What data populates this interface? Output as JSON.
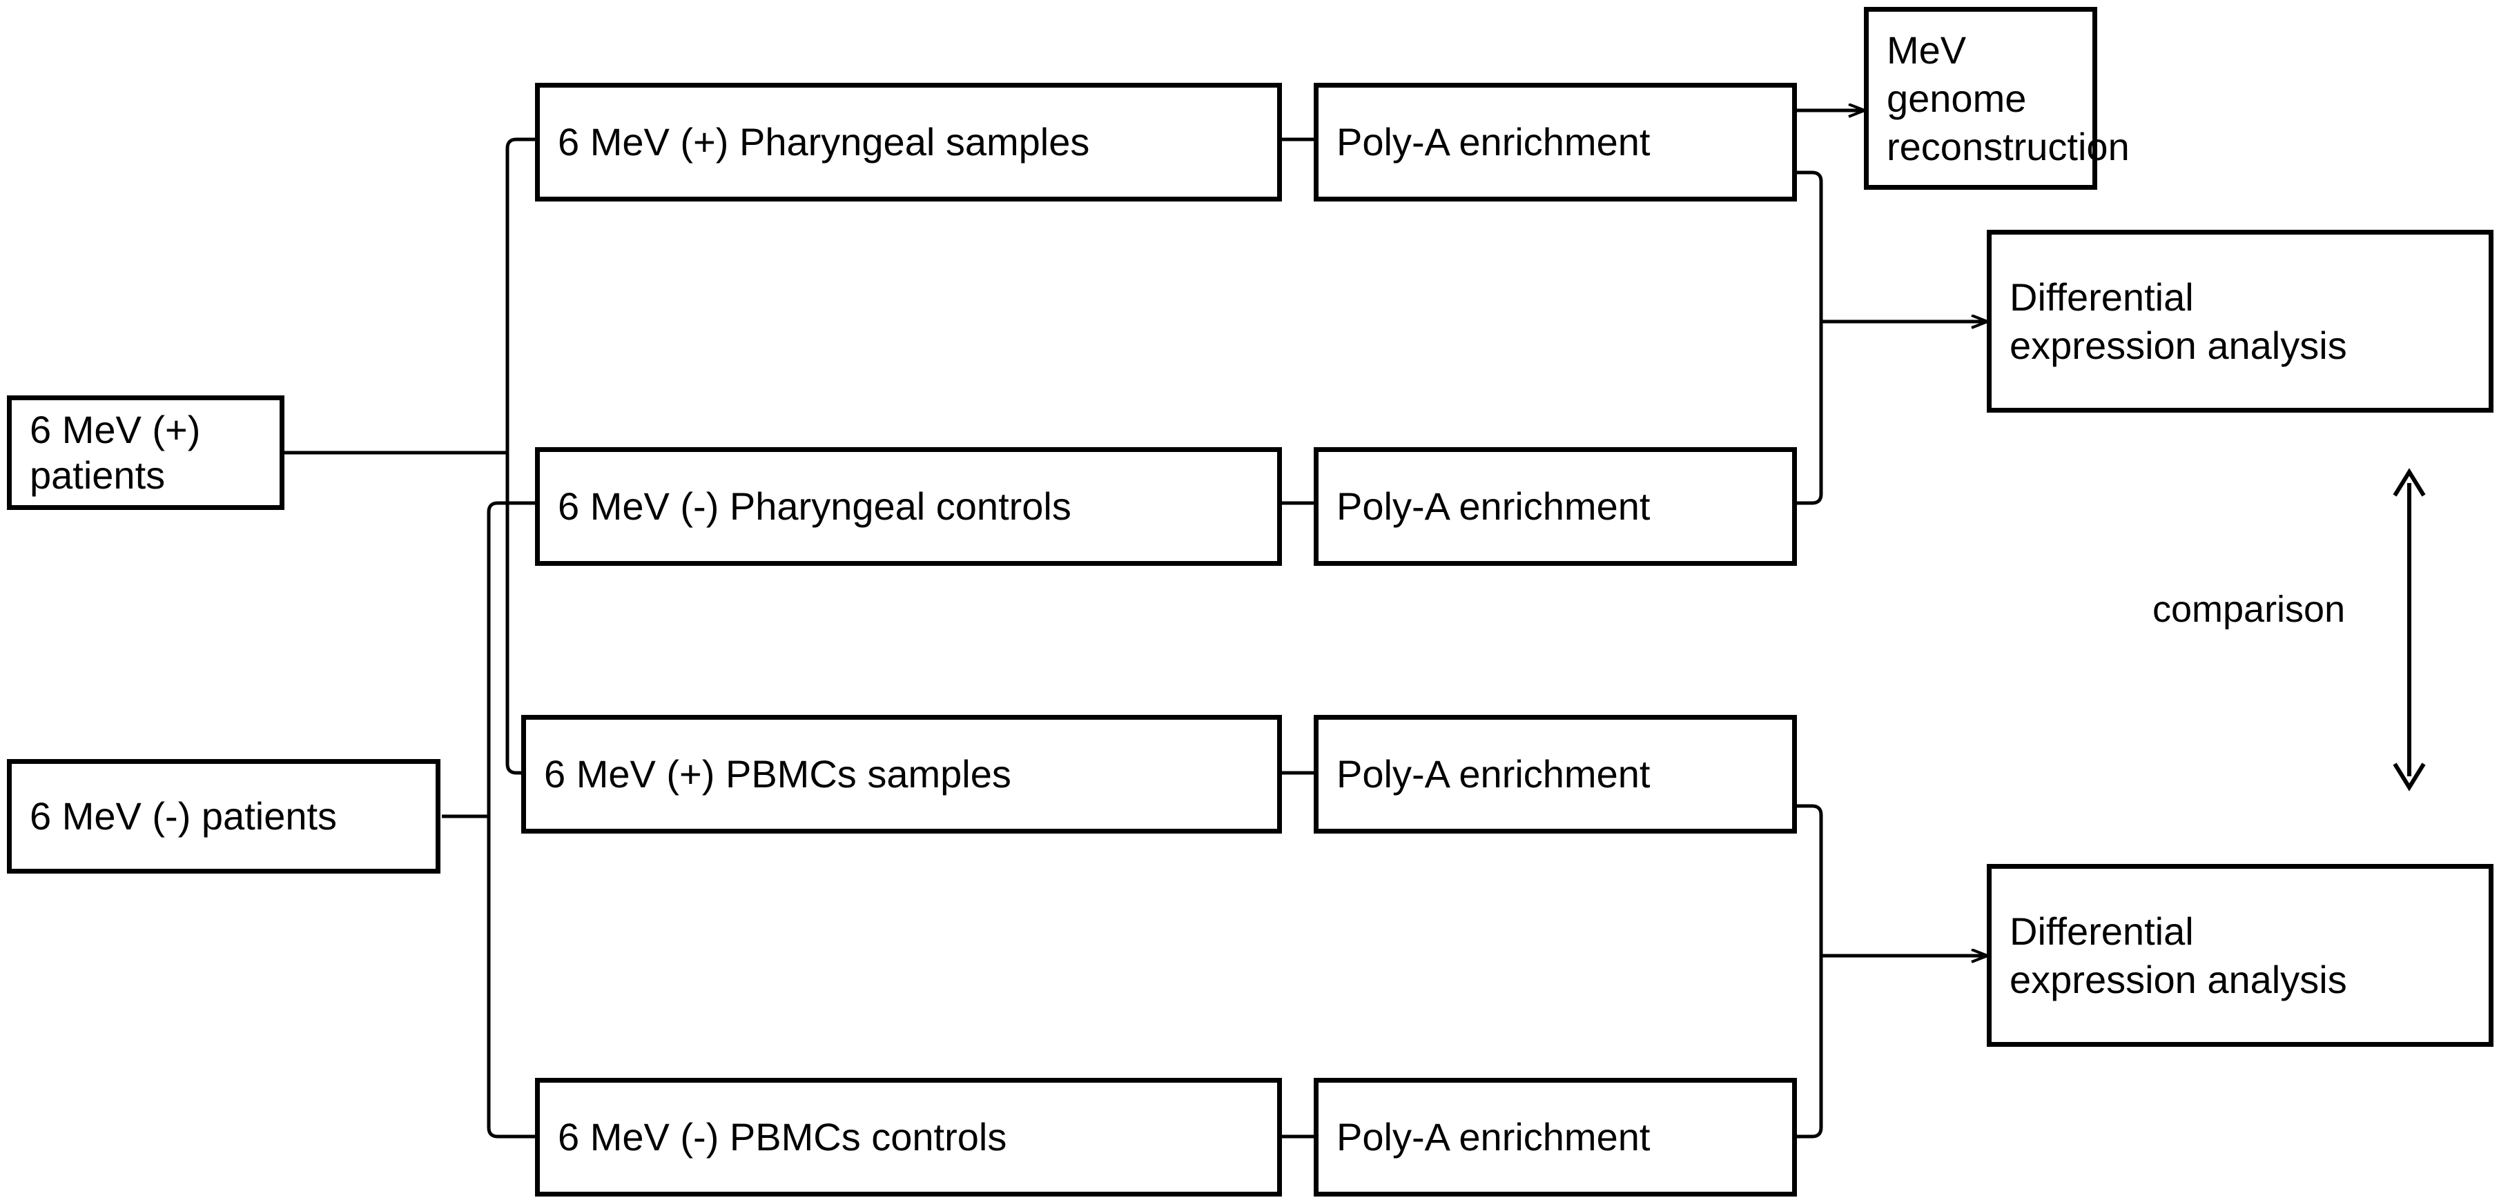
{
  "diagram": {
    "title": "MeV study sample processing workflow",
    "background_color": "#ffffff",
    "line_color": "#000000",
    "box_border_color": "#000000",
    "box_fill_color": "#ffffff"
  },
  "nodes": {
    "patients_positive": "6 MeV (+) patients",
    "patients_negative": "6 MeV (-) patients",
    "pharyngeal_samples": "6 MeV (+) Pharyngeal samples",
    "pharyngeal_controls": "6 MeV (-) Pharyngeal controls",
    "pbmcs_samples": "6 MeV (+) PBMCs samples",
    "pbmcs_controls": "6 MeV (-) PBMCs controls",
    "polya_1": "Poly-A enrichment",
    "polya_2": "Poly-A enrichment",
    "polya_3": "Poly-A enrichment",
    "polya_4": "Poly-A enrichment",
    "mev_genome_reconstruction": "MeV genome\nreconstruction",
    "diff_expression_top": "Differential\nexpression analysis",
    "diff_expression_bottom": "Differential\nexpression analysis"
  },
  "annotations": {
    "comparison": "comparison"
  }
}
